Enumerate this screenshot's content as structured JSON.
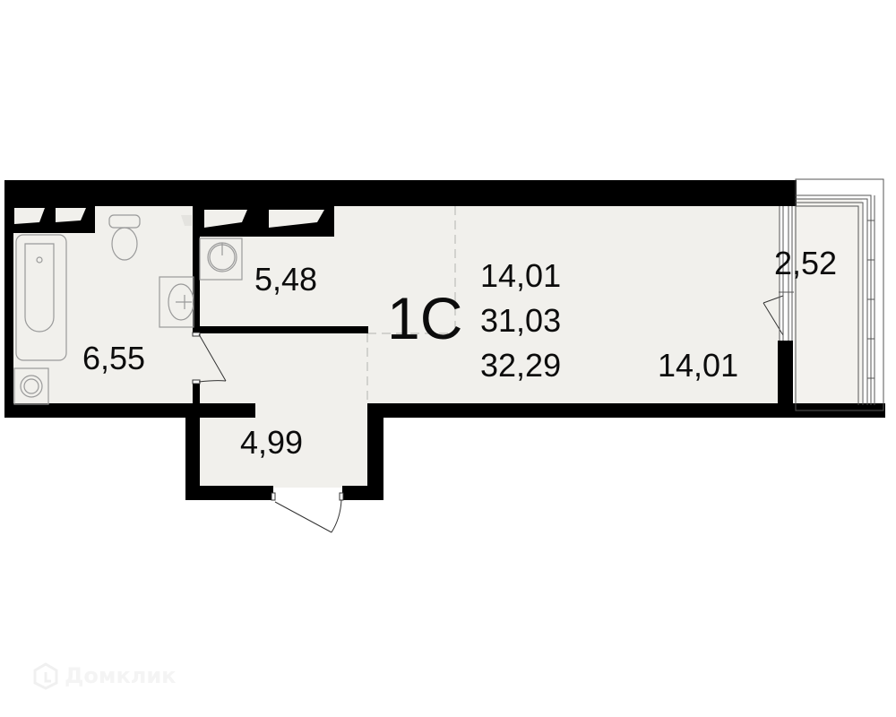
{
  "plan": {
    "apartment_type": "1С",
    "summary": {
      "living_area": "14,01",
      "total_area": "31,03",
      "total_with_balcony": "32,29"
    },
    "rooms": [
      {
        "name": "bathroom",
        "area": "6,55"
      },
      {
        "name": "kitchen",
        "area": "5,48"
      },
      {
        "name": "hallway",
        "area": "4,99"
      },
      {
        "name": "living-room",
        "area": "14,01"
      },
      {
        "name": "balcony",
        "area": "2,52"
      }
    ],
    "colors": {
      "wall": "#000000",
      "floor": "#f1f0ec",
      "fixture_line": "#9a9a9a",
      "background": "#ffffff"
    }
  },
  "watermark": {
    "icon": "house-logo-icon",
    "text": "Домклик"
  }
}
